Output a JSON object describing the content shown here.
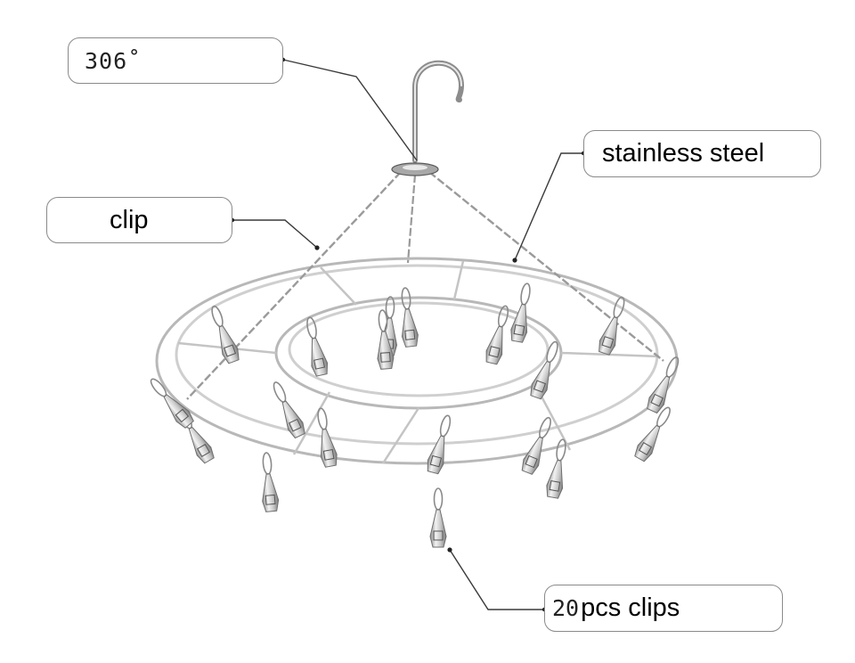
{
  "labels": {
    "angle": "306˚",
    "material": "stainless steel",
    "clip": "clip",
    "count_number": "20",
    "count_text": "pcs clips"
  },
  "colors": {
    "metal_light": "#e6e6e6",
    "metal_mid": "#b5b5b5",
    "metal_dark": "#6e6e6e",
    "leader_line": "#3a3a3a",
    "callout_border": "#8a8a8a"
  }
}
